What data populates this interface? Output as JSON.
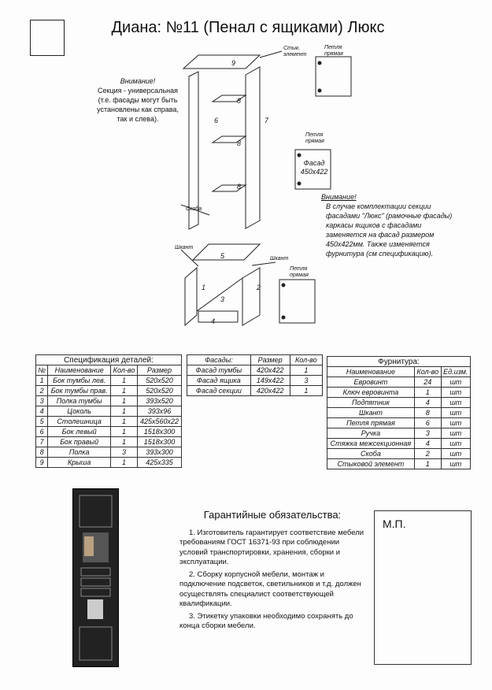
{
  "title": "Диана: №11 (Пенал с ящиками) Люкс",
  "note_left": {
    "heading": "Внимание!",
    "lines": [
      "Секция - универсальная",
      "(т.е. фасады могут быть",
      "установлены как справа,",
      "так и слева)."
    ]
  },
  "note_right": {
    "heading": "Внимание!",
    "lines": [
      "В случае комплектации секции",
      "фасадами \"Люкс\" (рамочные фасады)",
      "каркасы ящиков с фасадами",
      "заменяется на фасад размером",
      "450х422мм. Также изменяется",
      "фурнитура (см спецификацию)."
    ]
  },
  "diagram": {
    "labels": {
      "joint": "Стык. элемент",
      "hinge": "Петля прямая",
      "bracket": "Скоба",
      "dowel": "Шкант",
      "facade": "Фасад",
      "facade_size": "450х422"
    },
    "parts": [
      "1",
      "2",
      "3",
      "4",
      "5",
      "6",
      "7",
      "8",
      "8",
      "8",
      "9"
    ]
  },
  "spec": {
    "caption": "Спецификация деталей:",
    "headers": [
      "№",
      "Наименование",
      "Кол-во",
      "Размер"
    ],
    "rows": [
      [
        "1",
        "Бок тумбы лев.",
        "1",
        "520х520"
      ],
      [
        "2",
        "Бок тумбы прав.",
        "1",
        "520х520"
      ],
      [
        "3",
        "Полка тумбы",
        "1",
        "393х520"
      ],
      [
        "4",
        "Цоколь",
        "1",
        "393х96"
      ],
      [
        "5",
        "Столешница",
        "1",
        "425х560х22"
      ],
      [
        "6",
        "Бок левый",
        "1",
        "1518х300"
      ],
      [
        "7",
        "Бок правый",
        "1",
        "1518х300"
      ],
      [
        "8",
        "Полка",
        "3",
        "393х300"
      ],
      [
        "9",
        "Крыша",
        "1",
        "425х335"
      ]
    ]
  },
  "facades": {
    "headers": [
      "Фасады:",
      "Размер",
      "Кол-во"
    ],
    "rows": [
      [
        "Фасад тумбы",
        "420х422",
        "1"
      ],
      [
        "Фасад ящика",
        "149х422",
        "3"
      ],
      [
        "Фасад секции",
        "420х422",
        "1"
      ]
    ]
  },
  "hardware": {
    "caption": "Фурнитура:",
    "headers": [
      "Наименование",
      "Кол-во",
      "Ед.изм."
    ],
    "rows": [
      [
        "Евровинт",
        "24",
        "шт"
      ],
      [
        "Ключ евровинта",
        "1",
        "шт"
      ],
      [
        "Подпятник",
        "4",
        "шт"
      ],
      [
        "Шкант",
        "8",
        "шт"
      ],
      [
        "Петля прямая",
        "6",
        "шт"
      ],
      [
        "Ручка",
        "3",
        "шт"
      ],
      [
        "Стяжка межсекционная",
        "4",
        "шт"
      ],
      [
        "Скоба",
        "2",
        "шт"
      ],
      [
        "Стыковой элемент",
        "1",
        "шт"
      ]
    ]
  },
  "guarantee": {
    "heading": "Гарантийные обязательства:",
    "items": [
      "1. Изготовитель гарантирует соответствие мебели требованиям ГОСТ 16371-93 при соблюдении условий транспортировки, хранения, сборки и эксплуатации.",
      "2. Сборку корпусной мебели, монтаж и подключение подсветок, светильников и т.д. должен осуществлять специалист соответствующей квалификации.",
      "3. Этикетку упаковки необходимо сохранять до конца сборки мебели."
    ]
  },
  "stamp_label": "М.П."
}
